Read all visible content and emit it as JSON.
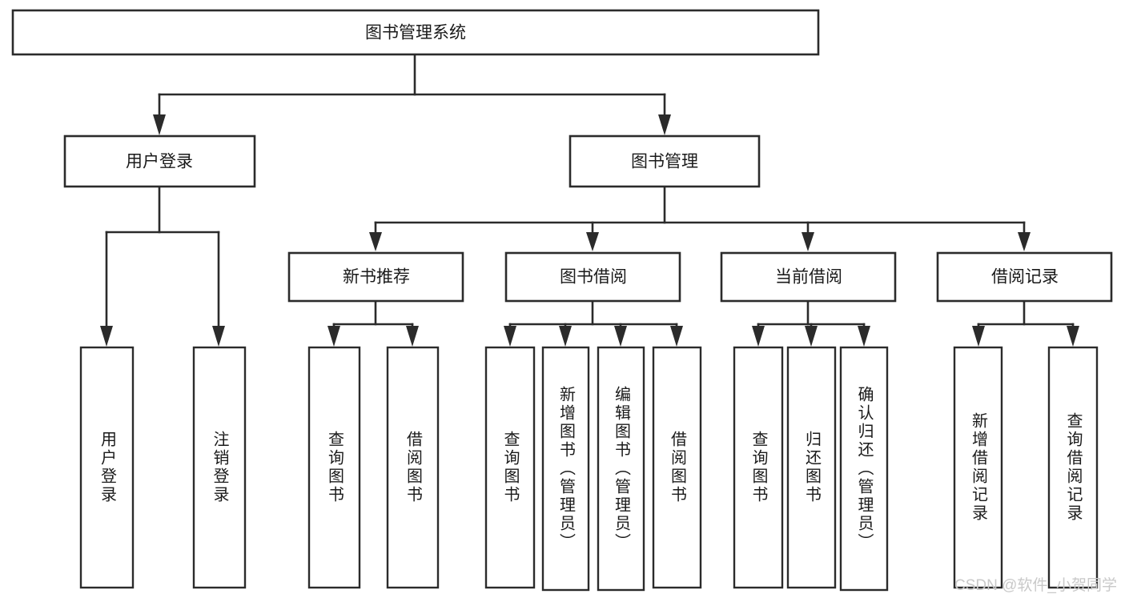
{
  "diagram": {
    "type": "tree-hierarchy",
    "title": "图书管理系统",
    "root": {
      "id": "root",
      "label": "图书管理系统",
      "orientation": "horizontal"
    },
    "level2": [
      {
        "id": "user-login",
        "label": "用户登录",
        "orientation": "horizontal"
      },
      {
        "id": "book-manage",
        "label": "图书管理",
        "orientation": "horizontal"
      }
    ],
    "level3": [
      {
        "id": "new-book-recommend",
        "label": "新书推荐",
        "parent": "book-manage",
        "orientation": "horizontal"
      },
      {
        "id": "book-borrow",
        "label": "图书借阅",
        "parent": "book-manage",
        "orientation": "horizontal"
      },
      {
        "id": "current-borrow",
        "label": "当前借阅",
        "parent": "book-manage",
        "orientation": "horizontal"
      },
      {
        "id": "borrow-record",
        "label": "借阅记录",
        "parent": "book-manage",
        "orientation": "horizontal"
      }
    ],
    "leaves": [
      {
        "id": "leaf-user-login",
        "label": "用户登录",
        "parent": "user-login",
        "orientation": "vertical"
      },
      {
        "id": "leaf-user-logout",
        "label": "注销登录",
        "parent": "user-login",
        "orientation": "vertical"
      },
      {
        "id": "leaf-query-book-1",
        "label": "查询图书",
        "parent": "new-book-recommend",
        "orientation": "vertical"
      },
      {
        "id": "leaf-borrow-book-1",
        "label": "借阅图书",
        "parent": "new-book-recommend",
        "orientation": "vertical"
      },
      {
        "id": "leaf-query-book-2",
        "label": "查询图书",
        "parent": "book-borrow",
        "orientation": "vertical"
      },
      {
        "id": "leaf-add-book",
        "label": "新增图书（管理员）",
        "parent": "book-borrow",
        "orientation": "vertical"
      },
      {
        "id": "leaf-edit-book",
        "label": "编辑图书（管理员）",
        "parent": "book-borrow",
        "orientation": "vertical"
      },
      {
        "id": "leaf-borrow-book-2",
        "label": "借阅图书",
        "parent": "book-borrow",
        "orientation": "vertical"
      },
      {
        "id": "leaf-query-book-3",
        "label": "查询图书",
        "parent": "current-borrow",
        "orientation": "vertical"
      },
      {
        "id": "leaf-return-book",
        "label": "归还图书",
        "parent": "current-borrow",
        "orientation": "vertical"
      },
      {
        "id": "leaf-confirm-return",
        "label": "确认归还（管理员）",
        "parent": "current-borrow",
        "orientation": "vertical"
      },
      {
        "id": "leaf-add-record",
        "label": "新增借阅记录",
        "parent": "borrow-record",
        "orientation": "vertical"
      },
      {
        "id": "leaf-query-record",
        "label": "查询借阅记录",
        "parent": "borrow-record",
        "orientation": "vertical"
      }
    ],
    "colors": {
      "stroke": "#2b2b2b",
      "fill": "#ffffff",
      "text": "#1a1a1a",
      "background": "#ffffff",
      "watermark": "#c9c9c9"
    }
  },
  "watermark": {
    "text": "CSDN @软件_小贺同学"
  }
}
